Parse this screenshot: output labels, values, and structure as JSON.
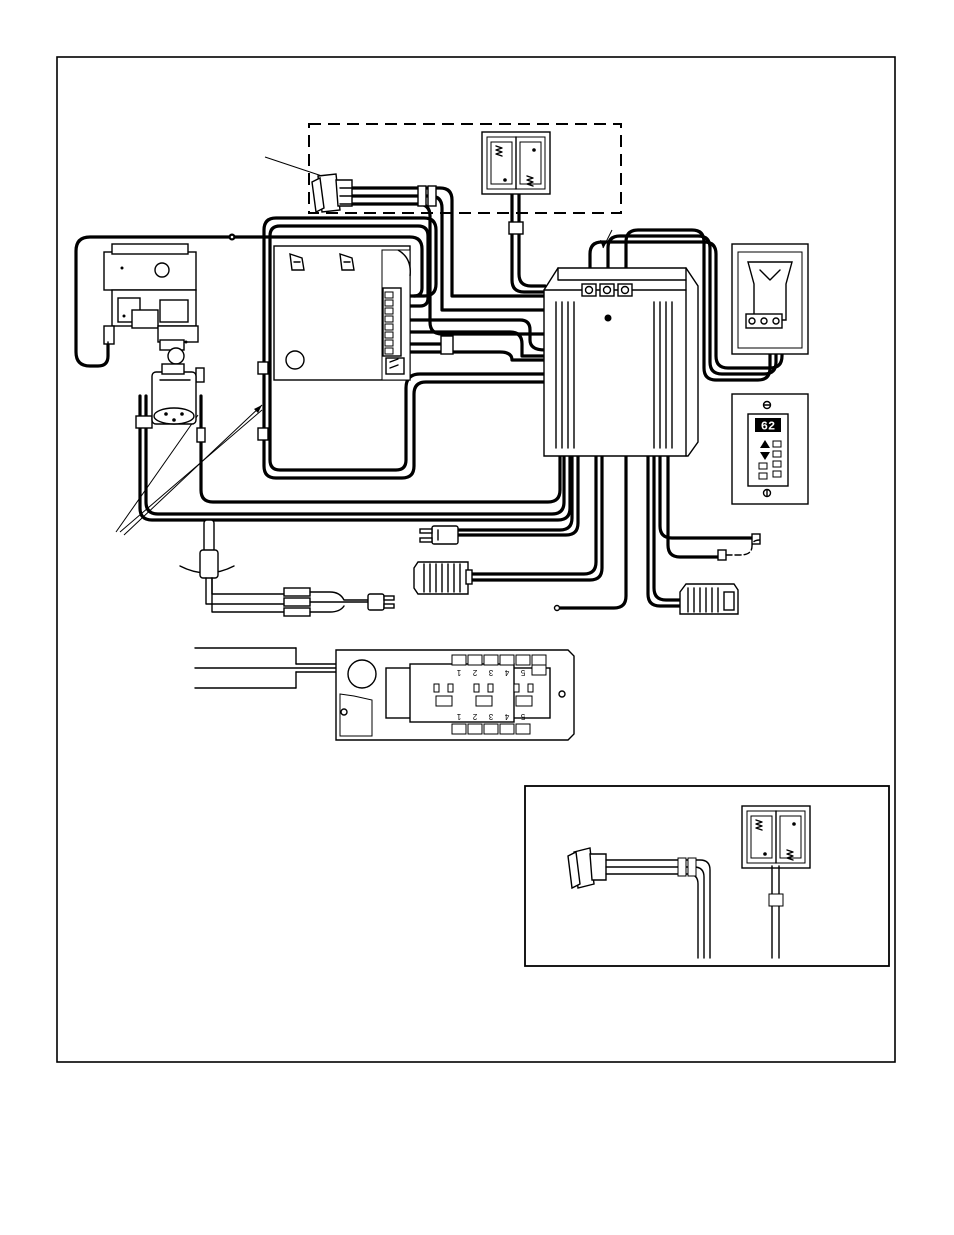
{
  "remote": {
    "temperature_reading": "62",
    "up_icon": "triangle-up-icon",
    "down_icon": "triangle-down-icon"
  },
  "terminal_strip": {
    "top_numbers": [
      "1",
      "2",
      "3",
      "4",
      "5"
    ],
    "bottom_numbers": [
      "1",
      "2",
      "3",
      "4",
      "5"
    ]
  },
  "colors": {
    "line": "#000000",
    "background": "#ffffff"
  }
}
